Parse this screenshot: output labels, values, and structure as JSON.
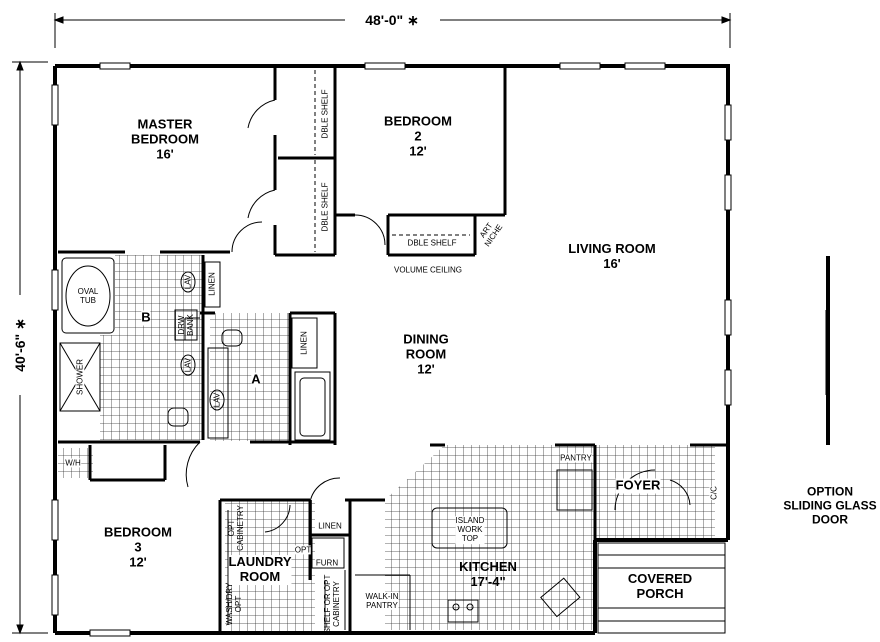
{
  "dimensions": {
    "width": "48'-0\" ∗",
    "depth": "40'-6\" ∗"
  },
  "rooms": {
    "master_bedroom": {
      "name": "MASTER\nBEDROOM",
      "size": "16'"
    },
    "bedroom_2": {
      "name": "BEDROOM\n2",
      "size": "12'"
    },
    "bedroom_3": {
      "name": "BEDROOM\n3",
      "size": "12'"
    },
    "living_room": {
      "name": "LIVING ROOM",
      "size": "16'"
    },
    "dining_room": {
      "name": "DINING\nROOM",
      "size": "12'"
    },
    "kitchen": {
      "name": "KITCHEN",
      "size": "17'-4\""
    },
    "laundry_room": {
      "name": "LAUNDRY\nROOM"
    },
    "foyer": {
      "name": "FOYER"
    },
    "covered_porch": {
      "name": "COVERED\nPORCH"
    },
    "bath_a": {
      "name": "A"
    },
    "bath_b": {
      "name": "B"
    }
  },
  "fixtures": {
    "dble_shelf_1": "DBLE SHELF",
    "dble_shelf_2": "DBLE SHELF",
    "dble_shelf_3": "DBLE SHELF",
    "art_niche": "ART\nNICHE",
    "volume_ceiling": "VOLUME CEILING",
    "oval_tub": "OVAL\nTUB",
    "shower": "SHOWER",
    "linen_1": "LINEN",
    "linen_2": "LINEN",
    "linen_3": "LINEN",
    "lav_1": "LAV",
    "lav_2": "LAV",
    "lav_3": "LAV",
    "drw_bank": "DRW\nBANK",
    "wh": "W/H",
    "pantry": "PANTRY",
    "island": "ISLAND\nWORK\nTOP",
    "walk_in_pantry": "WALK-IN\nPANTRY",
    "furn": "FURN",
    "opt": "OPT",
    "cabinetry": "OPT\nCABINETRY",
    "wash_dry": "WASH/DRY\nOPT",
    "shelf_or_cabinetry": "SHELF OR OPT\nCABINETRY",
    "cc": "C/C"
  },
  "option": {
    "label": "OPTION\nSLIDING GLASS\nDOOR"
  }
}
